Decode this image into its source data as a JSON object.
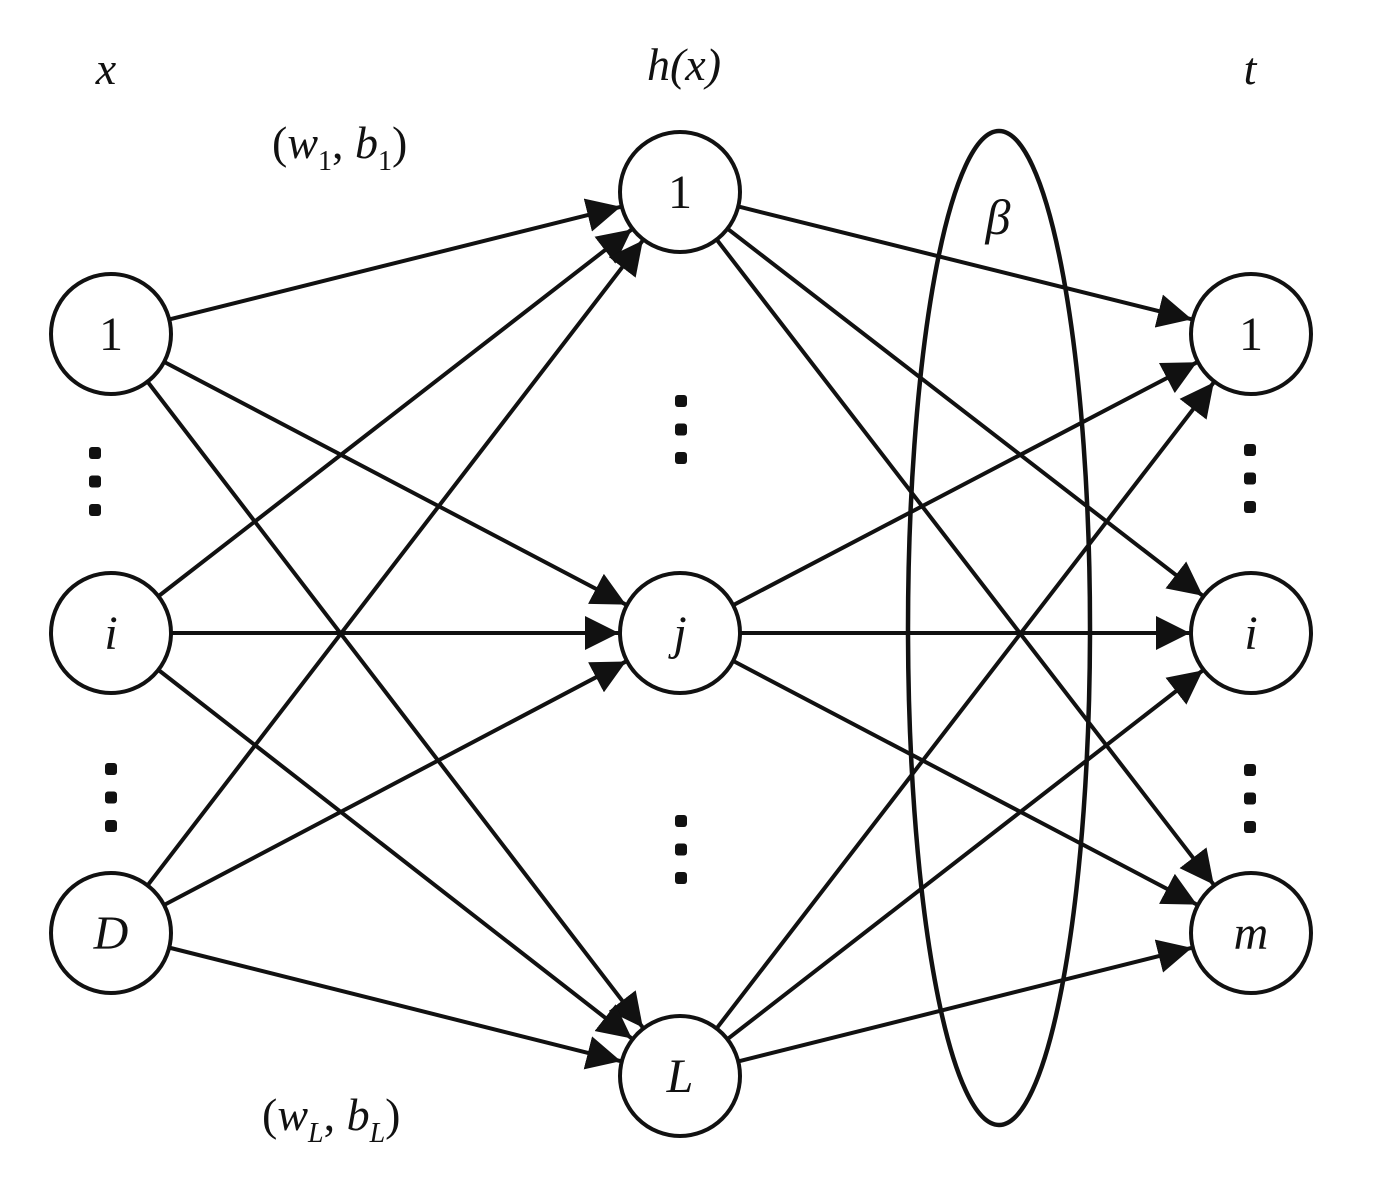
{
  "diagram": {
    "type": "extreme-learning-machine-network",
    "stroke_color": "#111111",
    "background": "#ffffff",
    "layer_labels": {
      "input": "x",
      "hidden": "h(x)",
      "output": "t"
    },
    "weight_labels": {
      "first": {
        "open": "(",
        "w": "w",
        "w_sub": "1",
        "sep": ", ",
        "b": "b",
        "b_sub": "1",
        "close": ")"
      },
      "last": {
        "open": "(",
        "w": "w",
        "w_sub": "L",
        "sep": ", ",
        "b": "b",
        "b_sub": "L",
        "close": ")"
      }
    },
    "output_weights_label": "β",
    "layers": {
      "input": [
        {
          "id": "in-1",
          "label": "1",
          "italic": false
        },
        {
          "id": "in-i",
          "label": "i",
          "italic": true
        },
        {
          "id": "in-D",
          "label": "D",
          "italic": true
        }
      ],
      "hidden": [
        {
          "id": "h-1",
          "label": "1",
          "italic": false
        },
        {
          "id": "h-j",
          "label": "j",
          "italic": true
        },
        {
          "id": "h-L",
          "label": "L",
          "italic": true
        }
      ],
      "output": [
        {
          "id": "out-1",
          "label": "1",
          "italic": false
        },
        {
          "id": "out-i",
          "label": "i",
          "italic": true
        },
        {
          "id": "out-m",
          "label": "m",
          "italic": true
        }
      ]
    },
    "edges": [
      [
        "in-1",
        "h-1"
      ],
      [
        "in-1",
        "h-j"
      ],
      [
        "in-1",
        "h-L"
      ],
      [
        "in-i",
        "h-1"
      ],
      [
        "in-i",
        "h-j"
      ],
      [
        "in-i",
        "h-L"
      ],
      [
        "in-D",
        "h-1"
      ],
      [
        "in-D",
        "h-j"
      ],
      [
        "in-D",
        "h-L"
      ],
      [
        "h-1",
        "out-1"
      ],
      [
        "h-1",
        "out-i"
      ],
      [
        "h-1",
        "out-m"
      ],
      [
        "h-j",
        "out-1"
      ],
      [
        "h-j",
        "out-i"
      ],
      [
        "h-j",
        "out-m"
      ],
      [
        "h-L",
        "out-1"
      ],
      [
        "h-L",
        "out-i"
      ],
      [
        "h-L",
        "out-m"
      ]
    ],
    "ellipsis": "⋮"
  }
}
